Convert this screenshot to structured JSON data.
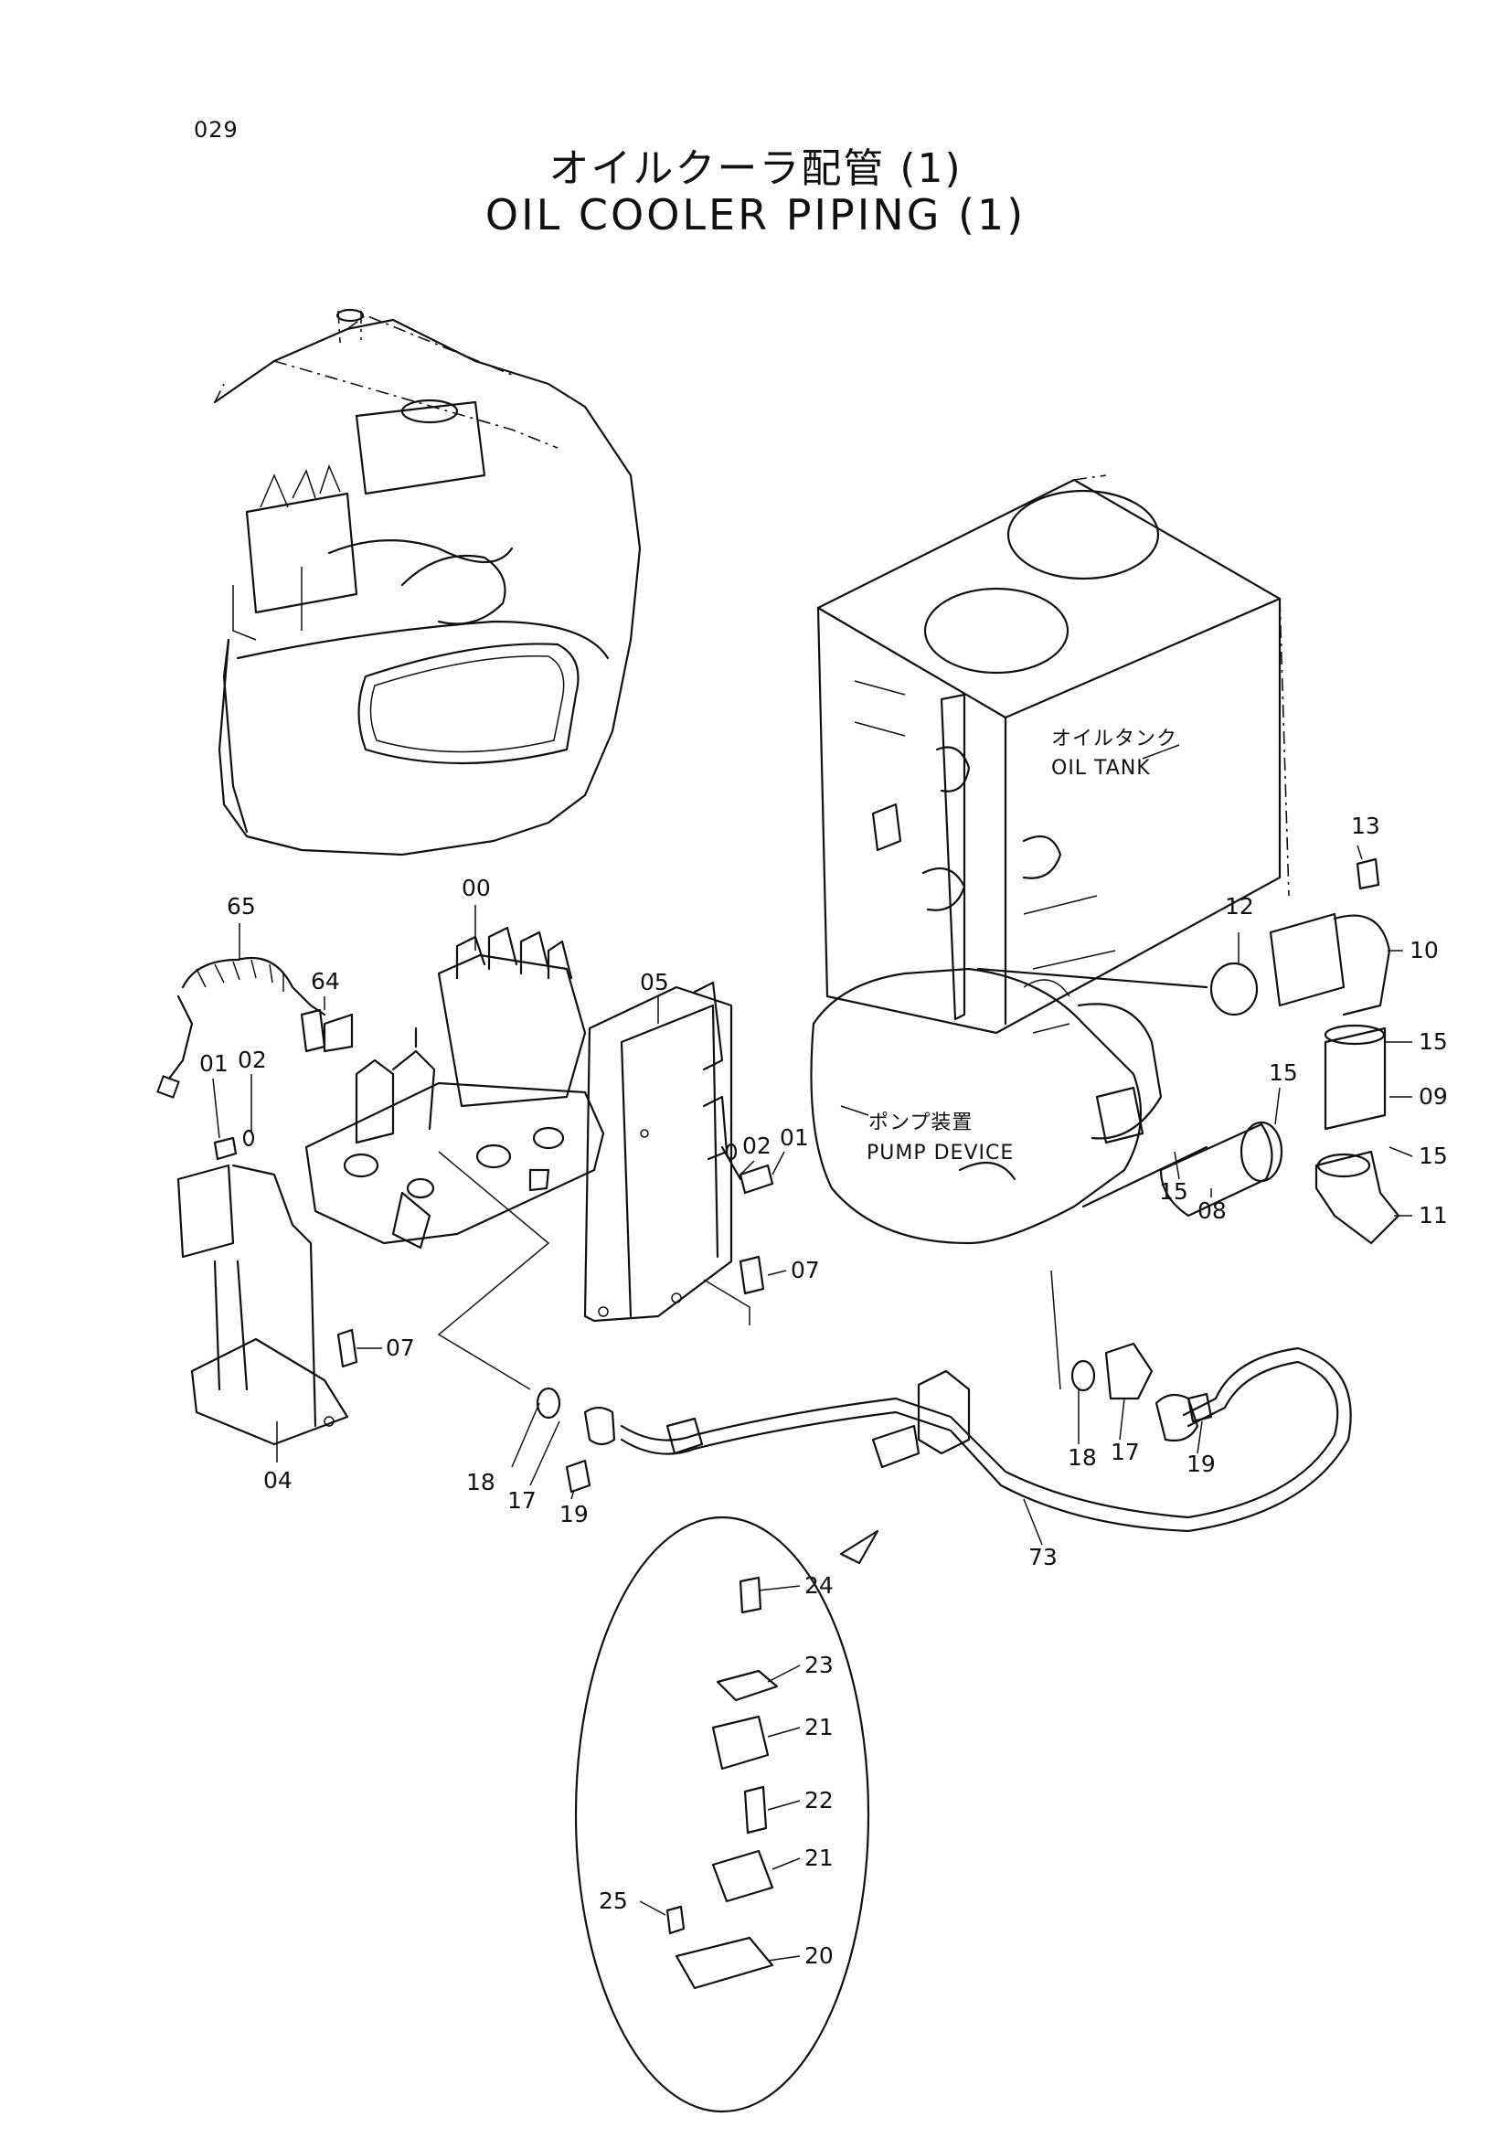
{
  "page": {
    "number": "029",
    "title_jp": "オイルクーラ配管 (1)",
    "title_en": "OIL COOLER PIPING (1)"
  },
  "annotations": {
    "oil_tank_jp": "オイルタンク",
    "oil_tank_en": "OIL TANK",
    "pump_device_jp": "ポンプ装置",
    "pump_device_en": "PUMP DEVICE"
  },
  "callouts": {
    "c65": "65",
    "c00": "00",
    "c64": "64",
    "c01a": "01",
    "c02a": "02",
    "c05": "05",
    "c02b": "02",
    "c01b": "01",
    "c07a": "07",
    "c07b": "07",
    "c04": "04",
    "c18a": "18",
    "c17a": "17",
    "c19a": "19",
    "c13": "13",
    "c12": "12",
    "c10": "10",
    "c15a": "15",
    "c15b": "15",
    "c09": "09",
    "c15c": "15",
    "c15d": "15",
    "c08": "08",
    "c11": "11",
    "c18b": "18",
    "c17b": "17",
    "c19b": "19",
    "c73": "73",
    "c24": "24",
    "c23": "23",
    "c21a": "21",
    "c22": "22",
    "c21b": "21",
    "c25": "25",
    "c20": "20"
  }
}
